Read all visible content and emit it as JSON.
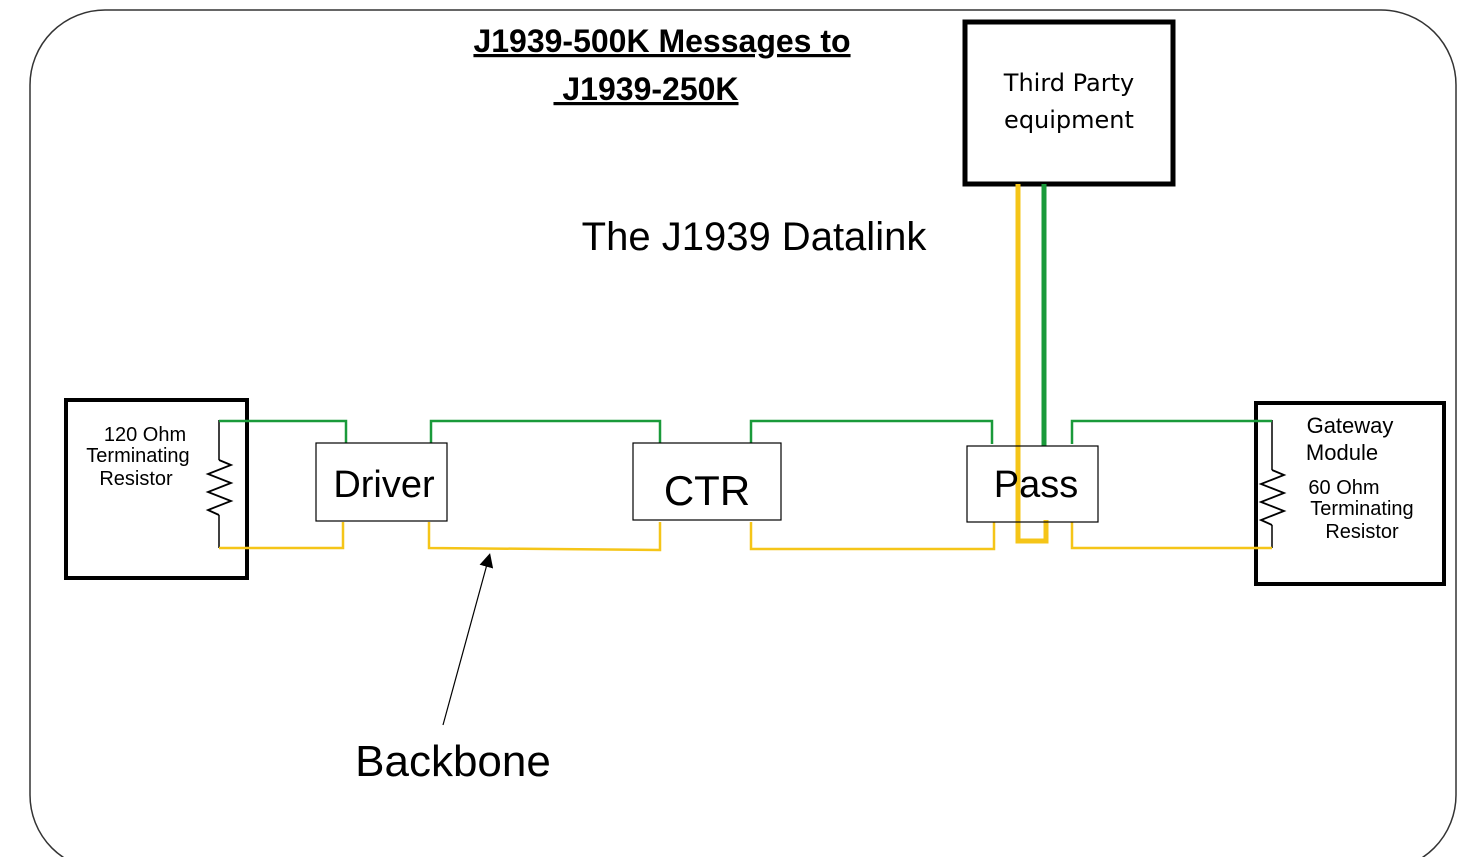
{
  "title": {
    "line1": "J1939-500K Messages to",
    "line2": " J1939-250K"
  },
  "datalink_label": "The J1939 Datalink",
  "third_party": {
    "line1": "Third Party",
    "line2": "equipment"
  },
  "left_terminator": {
    "line1": "120 Ohm",
    "line2": "Terminating",
    "line3": "Resistor"
  },
  "nodes": {
    "driver": "Driver",
    "ctr": "CTR",
    "pass": "Pass"
  },
  "gateway": {
    "line1": "Gateway",
    "line2": "Module",
    "line3": "60 Ohm",
    "line4": "Terminating",
    "line5": "Resistor"
  },
  "backbone_label": "Backbone",
  "colors": {
    "can_high": "#1a9a3a",
    "can_low": "#f5c518",
    "outline": "#000000",
    "frame": "#333333"
  }
}
